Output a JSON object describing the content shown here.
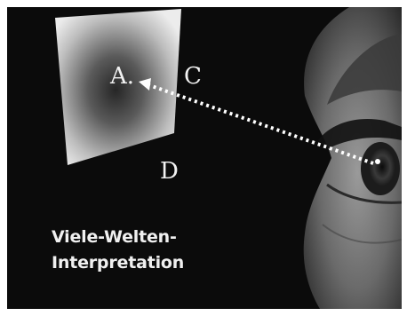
{
  "labels": {
    "a": "A.",
    "c": "C",
    "d": "D"
  },
  "caption": {
    "line1": "Viele-Welten-",
    "line2": "Interpretation"
  },
  "colors": {
    "background": "#0b0b0b",
    "text": "#f0f0f0",
    "screen_edge": "#e8e8e8",
    "screen_center": "#2a2a2a"
  }
}
